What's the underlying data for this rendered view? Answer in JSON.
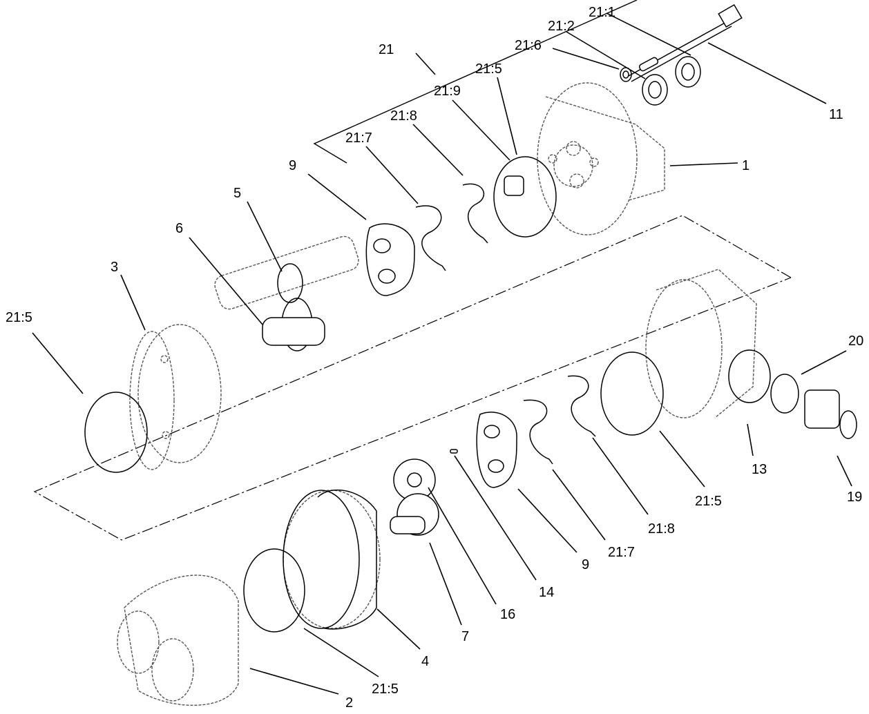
{
  "callouts": [
    {
      "id": "c-21-1",
      "text": "21:1"
    },
    {
      "id": "c-21-2",
      "text": "21:2"
    },
    {
      "id": "c-21-6",
      "text": "21:6"
    },
    {
      "id": "c-21-top",
      "text": "21"
    },
    {
      "id": "c-21-5-a",
      "text": "21:5"
    },
    {
      "id": "c-21-9",
      "text": "21:9"
    },
    {
      "id": "c-21-8-a",
      "text": "21:8"
    },
    {
      "id": "c-21-7-a",
      "text": "21:7"
    },
    {
      "id": "c-9-a",
      "text": "9"
    },
    {
      "id": "c-11",
      "text": "11"
    },
    {
      "id": "c-1",
      "text": "1"
    },
    {
      "id": "c-5",
      "text": "5"
    },
    {
      "id": "c-6",
      "text": "6"
    },
    {
      "id": "c-3",
      "text": "3"
    },
    {
      "id": "c-21-5-b",
      "text": "21:5"
    },
    {
      "id": "c-20",
      "text": "20"
    },
    {
      "id": "c-13",
      "text": "13"
    },
    {
      "id": "c-19",
      "text": "19"
    },
    {
      "id": "c-21-5-c",
      "text": "21:5"
    },
    {
      "id": "c-21-8-b",
      "text": "21:8"
    },
    {
      "id": "c-21-7-b",
      "text": "21:7"
    },
    {
      "id": "c-9-b",
      "text": "9"
    },
    {
      "id": "c-14",
      "text": "14"
    },
    {
      "id": "c-16",
      "text": "16"
    },
    {
      "id": "c-7",
      "text": "7"
    },
    {
      "id": "c-4",
      "text": "4"
    },
    {
      "id": "c-21-5-d",
      "text": "21:5"
    },
    {
      "id": "c-2",
      "text": "2"
    }
  ]
}
